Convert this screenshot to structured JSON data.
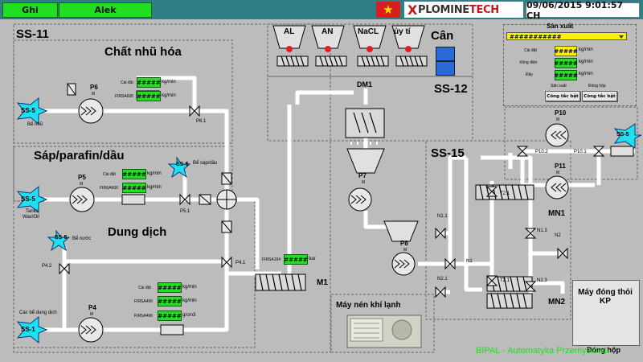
{
  "header": {
    "user_label": "Ghi",
    "user_name": "Alek",
    "logo_x": "X",
    "logo_brand": "PLOMINE",
    "logo_tech": "TECH",
    "datetime": "09/06/2015 9:01:57 CH",
    "flag_star": "★"
  },
  "sections": {
    "ss11": "SS-11",
    "ss12": "SS-12",
    "ss15": "SS-15",
    "chat_nhu_hoa": "Chất nhũ hóa",
    "sap_parafin": "Sáp/parafin/dầu",
    "dung_dich": "Dung dịch",
    "can": "Cân",
    "may_nen": "Máy nén khí lạnh",
    "may_dong": "Máy đóng thỏi KP",
    "dong_hop": "Đóng hộp"
  },
  "hoppers": {
    "al": "AL",
    "an": "AN",
    "nacl": "NaCL",
    "tuy_tin": "ủy tí"
  },
  "equipment": {
    "p6": "P6",
    "p5": "P5",
    "p4": "P4",
    "p7": "P7",
    "p8": "P8",
    "p10": "P10",
    "p11": "P11",
    "p10_1": "P10.1",
    "p10_2": "P10.2",
    "p6_1": "P6.1",
    "p5_1": "P5.1",
    "p4_1": "P4.1",
    "p4_2": "P4.2",
    "dm1": "DM1",
    "m1": "M1",
    "mn1": "MN1",
    "mn2": "MN2",
    "t21a": "T2.1",
    "t21b": "T2.1",
    "n1": "N1",
    "n1_1": "N1.1",
    "n1_3": "N1.3",
    "n2": "N2",
    "n2_1": "N2.1",
    "n2_3": "N2.3",
    "m": "M"
  },
  "sources": {
    "ss5": "SS-5",
    "ss1": "SS-1",
    "be_nhu": "Bể nhũ",
    "be_sap": "Bể sáp/dầu",
    "tanks": "Tanks",
    "wax_oil": "Wax/Oil",
    "be_nuoc": "Bể nước",
    "be_dung_dich": "Các bể dung dịch"
  },
  "readings": {
    "placeholder": "#####",
    "cai_dat": "Cài đặt",
    "unit_kgmin": "kg/min",
    "unit_bar": "bar",
    "unit_gcm3": "g/cm3",
    "firsa606": "FIRSA606",
    "firsa406a": "FIRSA406",
    "firsa406b": "FIRSA406",
    "firsa194": "FIRSA194"
  },
  "production_panel": {
    "title": "Sản xuất",
    "selector_value": "###########",
    "cai_dat": "Cài đặt",
    "xong_dien": "Xông điện",
    "day": "Đây",
    "unit": "kg/min",
    "san_xuat": "Sản xuất",
    "dong_hop": "Đóng hộp",
    "btn1": "Công tắc bật",
    "btn2": "Công tắc bật"
  },
  "footer": {
    "brand": "BIPAL - Automatyka Przemysłowa"
  },
  "colors": {
    "accent": "#22dd22",
    "topbar": "#2f7f86",
    "canvas": "#bcbcbc",
    "source": "#1ee0f0"
  }
}
